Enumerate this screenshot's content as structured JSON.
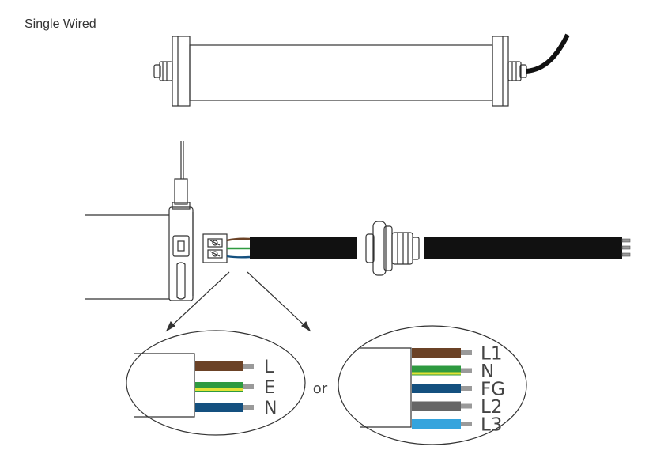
{
  "title": "Single Wired",
  "connector_word": "or",
  "single_phase": {
    "labels": [
      "L",
      "E",
      "N"
    ],
    "wire_colors": [
      "#6b4226",
      "#2e9a40",
      "#14507f"
    ],
    "stripe_color": "#e2e236"
  },
  "three_phase": {
    "labels": [
      "L1",
      "N",
      "FG",
      "L2",
      "L3"
    ],
    "wire_colors": [
      "#6b4226",
      "#2e9a40",
      "#14507f",
      "#666666",
      "#35a4dd"
    ],
    "stripe_color": "#e2e236"
  },
  "colors": {
    "line": "#333333",
    "cable": "#111111",
    "tip": "#9a9a9a"
  }
}
